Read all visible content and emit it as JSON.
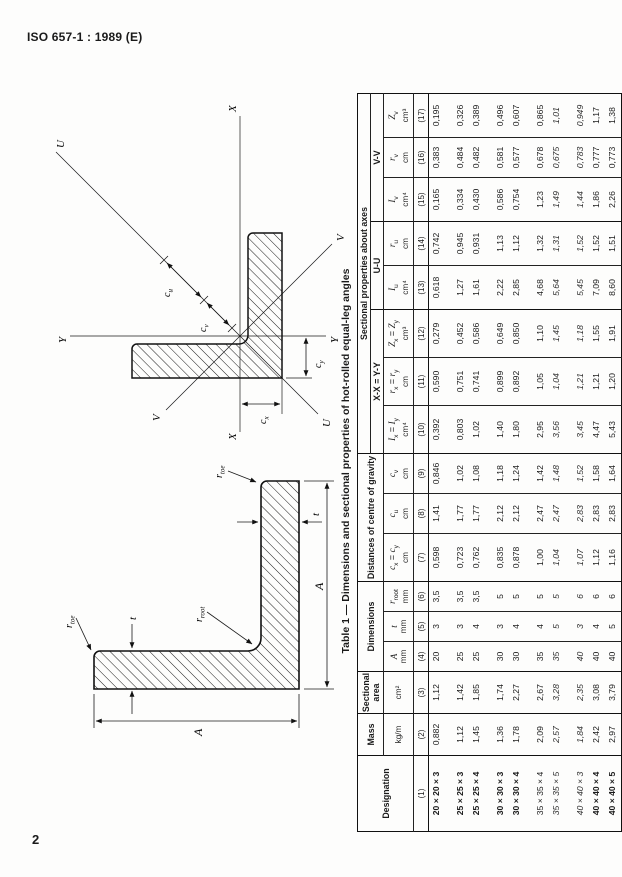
{
  "page": {
    "doc_ref": "ISO 657-1 : 1989 (E)",
    "page_number": "2"
  },
  "figures": {
    "dimension_figure": {
      "leg_label": "A",
      "thickness_label": "t",
      "r_base": "r",
      "sub_toe": "toe",
      "sub_root": "root"
    },
    "axes_figure": {
      "axis_x": "X",
      "axis_y": "Y",
      "axis_u": "U",
      "axis_v": "V",
      "c_base": "c",
      "sub_u": "u",
      "sub_v": "v",
      "sub_x": "x",
      "sub_y": "y"
    }
  },
  "table": {
    "caption": "Table 1 — Dimensions and sectional properties of hot-rolled equal-leg angles",
    "groups": {
      "designation": "Designation",
      "mass": "Mass",
      "sectional_area": "Sectional area",
      "dimensions": "Dimensions",
      "distances": "Distances of centre of gravity",
      "sectional_props": "Sectional properties about axes",
      "xx_yy": "X-X = Y-Y",
      "uu": "U-U",
      "vv": "V-V"
    },
    "col_headers": [
      {
        "sym": "",
        "unit": "",
        "num": "(1)"
      },
      {
        "sym": "",
        "unit": "kg/m",
        "num": "(2)"
      },
      {
        "sym": "",
        "unit": "cm²",
        "num": "(3)"
      },
      {
        "sym": "<i>A</i>",
        "unit": "mm",
        "num": "(4)"
      },
      {
        "sym": "<i>t</i>",
        "unit": "mm",
        "num": "(5)"
      },
      {
        "sym": "<i>r</i><sub>root</sub>",
        "unit": "mm",
        "num": "(6)"
      },
      {
        "sym": "<i>c</i><sub>x</sub> = <i>c</i><sub>y</sub>",
        "unit": "cm",
        "num": "(7)"
      },
      {
        "sym": "<i>c</i><sub>u</sub>",
        "unit": "cm",
        "num": "(8)"
      },
      {
        "sym": "<i>c</i><sub>v</sub>",
        "unit": "cm",
        "num": "(9)"
      },
      {
        "sym": "<i>I</i><sub>x</sub> = <i>I</i><sub>y</sub>",
        "unit": "cm⁴",
        "num": "(10)"
      },
      {
        "sym": "<i>r</i><sub>x</sub> = <i>r</i><sub>y</sub>",
        "unit": "cm",
        "num": "(11)"
      },
      {
        "sym": "<i>Z</i><sub>x</sub> = <i>Z</i><sub>y</sub>",
        "unit": "cm³",
        "num": "(12)"
      },
      {
        "sym": "<i>I</i><sub>u</sub>",
        "unit": "cm⁴",
        "num": "(13)"
      },
      {
        "sym": "<i>r</i><sub>u</sub>",
        "unit": "cm",
        "num": "(14)"
      },
      {
        "sym": "<i>I</i><sub>v</sub>",
        "unit": "cm⁴",
        "num": "(15)"
      },
      {
        "sym": "<i>r</i><sub>v</sub>",
        "unit": "cm",
        "num": "(16)"
      },
      {
        "sym": "<i>Z</i><sub>v</sub>",
        "unit": "cm³",
        "num": "(17)"
      }
    ],
    "rows": [
      {
        "cells": [
          "20 × 20 × 3",
          "0,882",
          "1,12",
          "20",
          "3",
          "3,5",
          "0,598",
          "1,41",
          "0,846",
          "0,392",
          "0,590",
          "0,279",
          "0,618",
          "0,742",
          "0,165",
          "0,383",
          "0,195"
        ]
      },
      {
        "gap_before": true,
        "cells": [
          "25 × 25 × 3",
          "1,12",
          "1,42",
          "25",
          "3",
          "3,5",
          "0,723",
          "1,77",
          "1,02",
          "0,803",
          "0,751",
          "0,452",
          "1,27",
          "0,945",
          "0,334",
          "0,484",
          "0,326"
        ]
      },
      {
        "cells": [
          "25 × 25 × 4",
          "1,45",
          "1,85",
          "25",
          "4",
          "3,5",
          "0,762",
          "1,77",
          "1,08",
          "1,02",
          "0,741",
          "0,586",
          "1,61",
          "0,931",
          "0,430",
          "0,482",
          "0,389"
        ]
      },
      {
        "gap_before": true,
        "cells": [
          "30 × 30 × 3",
          "1,36",
          "1,74",
          "30",
          "3",
          "5",
          "0,835",
          "2,12",
          "1,18",
          "1,40",
          "0,899",
          "0,649",
          "2,22",
          "1,13",
          "0,586",
          "0,581",
          "0,496"
        ]
      },
      {
        "cells": [
          "30 × 30 × 4",
          "1,78",
          "2,27",
          "30",
          "4",
          "5",
          "0,878",
          "2,12",
          "1,24",
          "1,80",
          "0,892",
          "0,850",
          "2,85",
          "1,12",
          "0,754",
          "0,577",
          "0,607"
        ]
      },
      {
        "gap_before": true,
        "desig_style": "normal",
        "cells": [
          "35 × 35 × 4",
          "2,09",
          "2,67",
          "35",
          "4",
          "5",
          "1,00",
          "2,47",
          "1,42",
          "2,95",
          "1,05",
          "1,10",
          "4,68",
          "1,32",
          "1,23",
          "0,678",
          "0,865"
        ]
      },
      {
        "italic": true,
        "cells": [
          "35 × 35 × 5",
          "2,57",
          "3,28",
          "35",
          "5",
          "5",
          "1,04",
          "2,47",
          "1,48",
          "3,56",
          "1,04",
          "1,45",
          "5,64",
          "1,31",
          "1,49",
          "0,675",
          "1,01"
        ]
      },
      {
        "gap_before": true,
        "italic": true,
        "cells": [
          "40 × 40 × 3",
          "1,84",
          "2,35",
          "40",
          "3",
          "6",
          "1,07",
          "2,83",
          "1,52",
          "3,45",
          "1,21",
          "1,18",
          "5,45",
          "1,52",
          "1,44",
          "0,783",
          "0,949"
        ]
      },
      {
        "cells": [
          "40 × 40 × 4",
          "2,42",
          "3,08",
          "40",
          "4",
          "6",
          "1,12",
          "2,83",
          "1,58",
          "4,47",
          "1,21",
          "1,55",
          "7,09",
          "1,52",
          "1,86",
          "0,777",
          "1,17"
        ]
      },
      {
        "cells": [
          "40 × 40 × 5",
          "2,97",
          "3,79",
          "40",
          "5",
          "6",
          "1,16",
          "2,83",
          "1,64",
          "5,43",
          "1,20",
          "1,91",
          "8,60",
          "1,51",
          "2,26",
          "0,773",
          "1,38"
        ]
      }
    ]
  }
}
